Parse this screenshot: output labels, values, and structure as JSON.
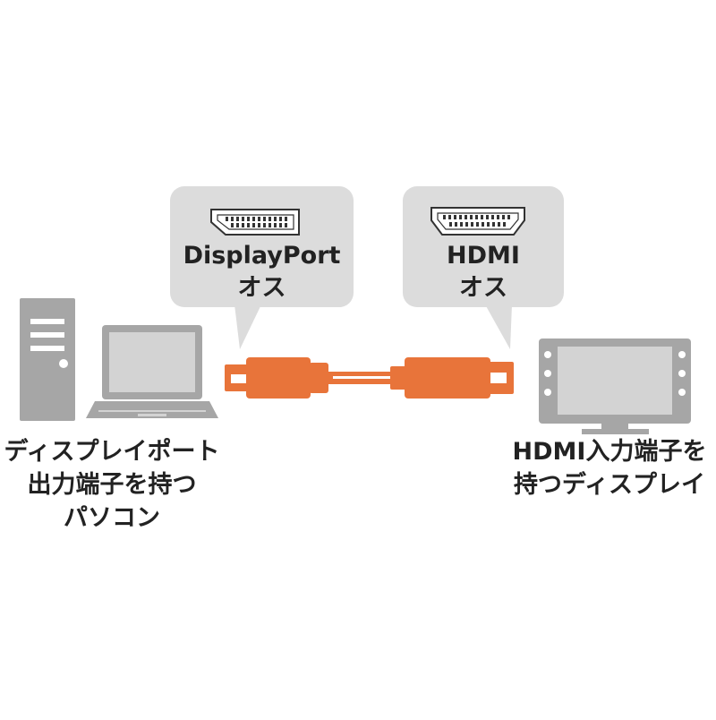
{
  "displayport_callout": {
    "name": "DisplayPort",
    "gender": "オス"
  },
  "hdmi_callout": {
    "name": "HDMI",
    "gender": "オス"
  },
  "source_device": {
    "lines": [
      "ディスプレイポート",
      "出力端子を持つ",
      "パソコン"
    ]
  },
  "target_device": {
    "lines": [
      "HDMI入力端子を",
      "持つディスプレイ"
    ]
  },
  "colors": {
    "bubble": "#dcdcdc",
    "device": "#a6a6a6",
    "device_screen": "#d3d3d3",
    "cable": "#e8743a",
    "cable_dark": "#c95a22",
    "text": "#222222"
  }
}
